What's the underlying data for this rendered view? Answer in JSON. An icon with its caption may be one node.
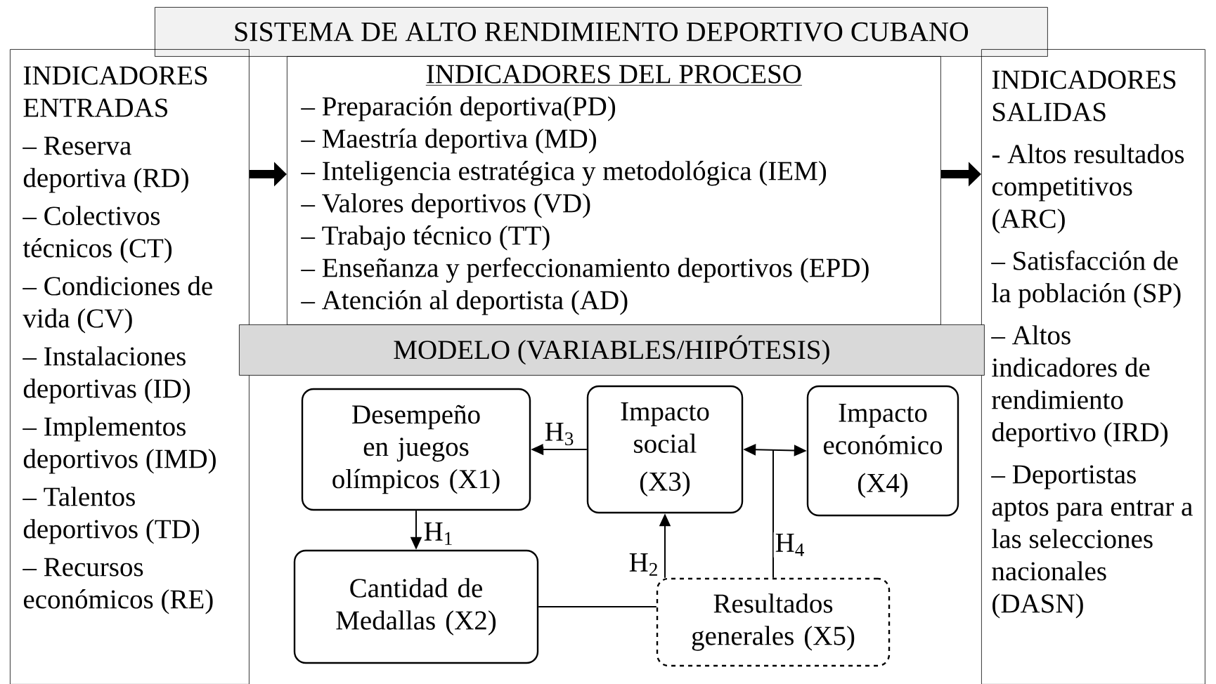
{
  "diagram": {
    "nodes": [
      {
        "text": [
          "SISTEMA DE ALTO RENDIMIENTO DEPORTIVO CUBANO"
        ]
      },
      {
        "text": [
          "INDICADORES ENTRADAS",
          "– Reserva deportiva (RD)",
          "– Colectivos técnicos (CT)",
          "– Condiciones de vida (CV)",
          "– Instalaciones deportivas (ID)",
          "– Implementos deportivos (IMD)",
          "– Talentos deportivos (TD)",
          "– Recursos económicos (RE)"
        ]
      },
      {
        "text": [
          "INDICADORES DEL PROCESO",
          "– Preparación deportiva(PD)",
          "– Maestría deportiva (MD)",
          "– Inteligencia estratégica y metodológica (IEM)",
          "– Valores deportivos (VD)",
          "– Trabajo técnico (TT)",
          "– Enseñanza y perfeccionamiento deportivos (EPD)",
          "– Atención al deportista (AD)"
        ]
      },
      {
        "text": [
          "INDICADORES SALIDAS",
          "- Altos resultados competitivos (ARC)",
          "– Satisfacción de la población (SP)",
          "– Altos indicadores de rendimiento deportivo (IRD)",
          "– Deportistas aptos para entrar a las selecciones nacionales (DASN)"
        ]
      },
      {
        "text": [
          "MODELO (VARIABLES/HIPÓTESIS)"
        ]
      },
      {
        "text": [
          "Desempeño en juegos olímpicos (X1)"
        ]
      },
      {
        "text": [
          "Cantidad de Medallas (X2)"
        ]
      },
      {
        "text": [
          "Impacto social",
          "(X3)"
        ]
      },
      {
        "text": [
          "Impacto económico",
          "(X4)"
        ]
      },
      {
        "text": [
          "Resultados generales (X5)"
        ]
      }
    ],
    "edges": [
      {
        "from": 1,
        "to": 2,
        "arrow": "to",
        "style": "thick"
      },
      {
        "from": 2,
        "to": 3,
        "arrow": "to",
        "style": "thick"
      },
      {
        "from": 7,
        "to": 5,
        "arrow": "to",
        "label": "H$_{3}$"
      },
      {
        "from": 5,
        "to": 6,
        "arrow": "to",
        "label": "H$_{1}$"
      },
      {
        "from": 9,
        "to": 7,
        "arrow": "to",
        "label": "H$_{2}$"
      },
      {
        "from": 6,
        "to": 9,
        "arrow": "none"
      },
      {
        "from": 9,
        "to": 7,
        "arrow": "to",
        "label": "H$_{4}$"
      },
      {
        "from": 9,
        "to": 8,
        "arrow": "to"
      }
    ]
  }
}
